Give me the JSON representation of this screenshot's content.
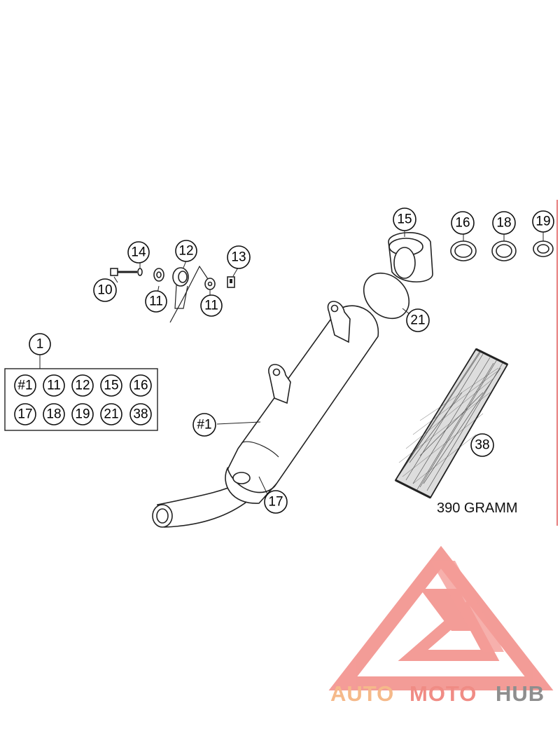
{
  "callouts": {
    "c1": "1",
    "c10": "10",
    "c11a": "11",
    "c11b": "11",
    "c12": "12",
    "c13": "13",
    "c14": "14",
    "c15": "15",
    "c16": "16",
    "c17": "17",
    "c18": "18",
    "c19": "19",
    "c21": "21",
    "c38": "38",
    "main_muffler": "#1"
  },
  "kit_grid": {
    "row1": [
      "#1",
      "11",
      "12",
      "15",
      "16"
    ],
    "row2": [
      "17",
      "18",
      "19",
      "21",
      "38"
    ]
  },
  "insulation_weight": "390 GRAMM",
  "watermark": {
    "part1": "AUTO",
    "part2": "MOTO",
    "part3": "HUB",
    "color1": "#f5b98a",
    "color2": "#f08c85",
    "color3": "#8e8e8e",
    "logo_color": "#ef6f6a"
  }
}
